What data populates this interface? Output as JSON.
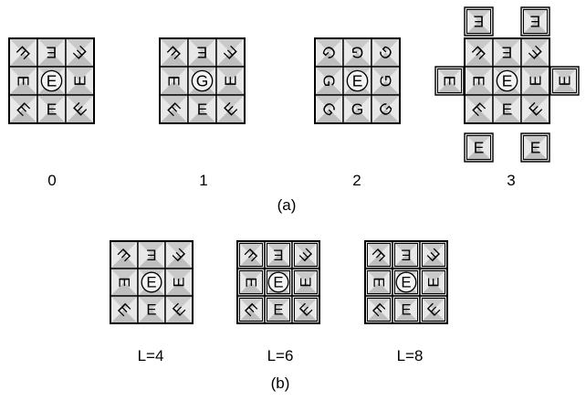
{
  "panel_a": {
    "caption": "(a)",
    "stencils": [
      {
        "label": "0",
        "center_glyph": "E",
        "ring_glyph": "E"
      },
      {
        "label": "1",
        "center_glyph": "G",
        "ring_glyph": "E"
      },
      {
        "label": "2",
        "center_glyph": "E",
        "ring_glyph": "G"
      },
      {
        "label": "3",
        "center_glyph": "E",
        "ring_glyph": "E"
      }
    ]
  },
  "panel_b": {
    "caption": "(b)",
    "stencils": [
      {
        "label": "L=4",
        "center_glyph": "E",
        "ring_glyph": "E"
      },
      {
        "label": "L=6",
        "center_glyph": "E",
        "ring_glyph": "E"
      },
      {
        "label": "L=8",
        "center_glyph": "E",
        "ring_glyph": "E"
      }
    ]
  },
  "colors": {
    "tile_light": "#e8e8e8",
    "tile_mid": "#c9c9c9",
    "tile_dark": "#9a9a9a",
    "outline": "#000000"
  }
}
